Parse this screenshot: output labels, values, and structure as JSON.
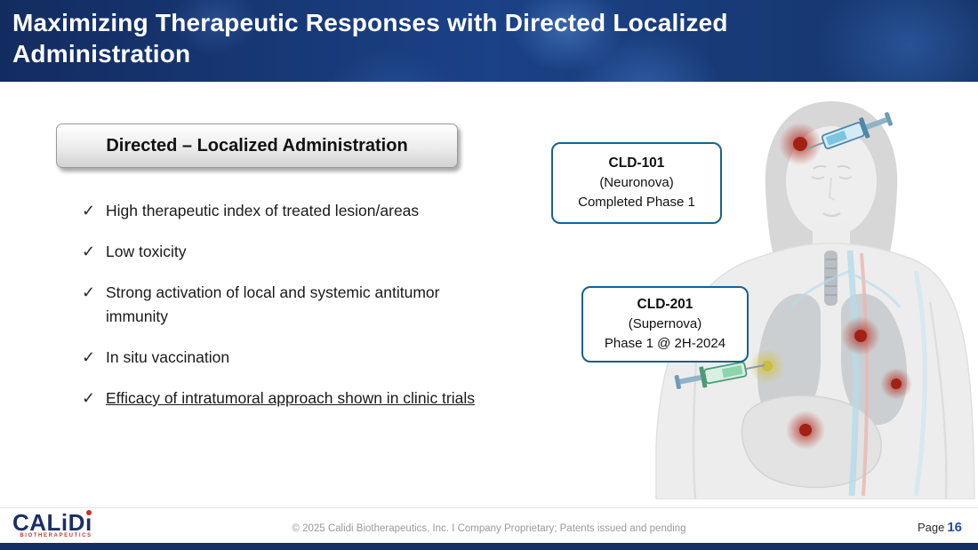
{
  "slide": {
    "header": {
      "title_line1": "Maximizing Therapeutic Responses with Directed Localized",
      "title_line2": "Administration"
    },
    "section_box_label": "Directed – Localized Administration",
    "check_glyph": "✓",
    "checklist": [
      {
        "text": "High therapeutic index of treated lesion/areas"
      },
      {
        "text": "Low toxicity"
      },
      {
        "text": "Strong activation of local and systemic antitumor\nimmunity"
      },
      {
        "text": "In situ vaccination"
      },
      {
        "text": "Efficacy of intratumoral approach shown in clinic trials"
      }
    ],
    "callouts": [
      {
        "title": "CLD-101",
        "subtitle": "(Neuronova)",
        "status": "Completed  Phase 1"
      },
      {
        "title": "CLD-201",
        "subtitle": "(Supernova)",
        "status": "Phase 1 @ 2H-2024"
      }
    ]
  },
  "footer": {
    "logo_main": "CALiD",
    "logo_i": "ı",
    "logo_sub": "BIOTHERAPEUTICS",
    "copyright": "© 2025 Calidi Biotherapeutics, Inc. I  Company Proprietary; Patents issued and pending",
    "page_label": "Page",
    "page_number": "16"
  },
  "colors": {
    "header_bg": "#16376e",
    "callout_border": "#1a6090",
    "tumor_red": "#b02418",
    "injection_yellow": "#cdbc3e",
    "page_number_blue": "#1f4e9c",
    "logo_navy": "#1b2e66",
    "logo_red": "#c43b2e"
  }
}
